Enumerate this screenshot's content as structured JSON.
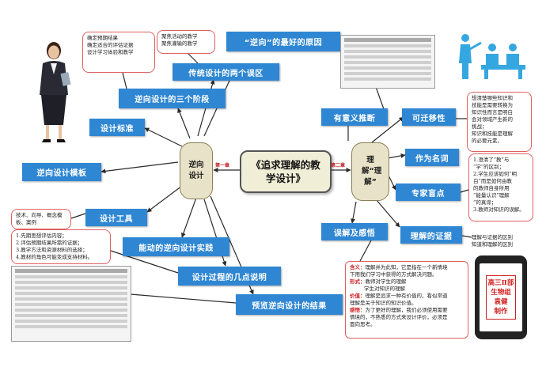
{
  "title": "《追求理解的教学设计》",
  "left_scroll": "逆向设计",
  "right_scroll": "理解“理解”",
  "chapter_left": "第一章",
  "chapter_right": "第二章",
  "left_nodes": {
    "misconceptions": "“逆向”的最好的原因",
    "two_mistakes": "传统设计的两个误区",
    "three_stages": "逆向设计的三个阶段",
    "design_standard": "设计标准",
    "template": "逆向设计模板",
    "tools": "设计工具",
    "practice": "能动的逆向设计实践",
    "notes": "设计过程的几点说明",
    "preview": "预览逆向设计的结果"
  },
  "right_nodes": {
    "meaningful": "有意义推断",
    "transfer": "可迁移性",
    "noun": "作为名词",
    "expert": "专家盲点",
    "misunderstand": "误解及感悟",
    "evidence": "理解的证据"
  },
  "notes": {
    "stages": [
      "确定预期结果",
      "确定适合的评估证据",
      "设计学习体验和教学"
    ],
    "mistakes": [
      "聚焦活动的教学",
      "聚焦灌输的教学"
    ],
    "tools": [
      "技术、向导、概念模",
      "板、案例"
    ],
    "practice": [
      "1.先期思想评估内容；",
      "2.评估预期结果所需的证据；",
      "3.教学方法和资源材料的选择；",
      "4.教材的角色可能变成支持材料。"
    ],
    "transfer": [
      "想清楚哪些知识和",
      "技能是需要转换为",
      "知识性而言是明白",
      "会对领域产生新的",
      "挑战；",
      "知识和技能是理解",
      "的必要元素。"
    ],
    "expert": [
      "1.澄清了“教”与",
      "“学”的区别；",
      "2.学生应该如何“明",
      "白”而是如何由教",
      "的教师自身所用",
      "“能量认识”理解",
      "”的真谛；",
      "3.教师对知识的误解。"
    ],
    "evidence": [
      "理解与证据的区别",
      "知道和理解的区别"
    ],
    "definition": [
      {
        "k": "含义：",
        "v": "理解并为此知，它是指在一个新情境"
      },
      {
        "k": "",
        "v": "下用我们学习中获得的方式解决问题。"
      },
      {
        "k": "形式：",
        "v": "教师对学生的理解"
      },
      {
        "k": "",
        "v": "学生对知识的理解"
      },
      {
        "k": "价值：",
        "v": "理解是追求一种有价值的，看似常道"
      },
      {
        "k": "",
        "v": "理解是关于知识的知识价值。"
      },
      {
        "k": "感悟：",
        "v": "为了更好的理解，我们必须使用需要"
      },
      {
        "k": "",
        "v": "情境的，不熟悉的方式来设计评价，必须是"
      },
      {
        "k": "",
        "v": "面向思考。"
      }
    ]
  },
  "phone_text": [
    "高三Ⅱ部",
    "生物组",
    "袁健",
    "制作"
  ],
  "colors": {
    "node": "#2f87d3",
    "note_border": "#e06060",
    "line": "#2a2a2a",
    "accent": "#d02020"
  },
  "icons": [
    "teacher-figure-icon",
    "presenter-audience-icon",
    "phone-icon"
  ]
}
